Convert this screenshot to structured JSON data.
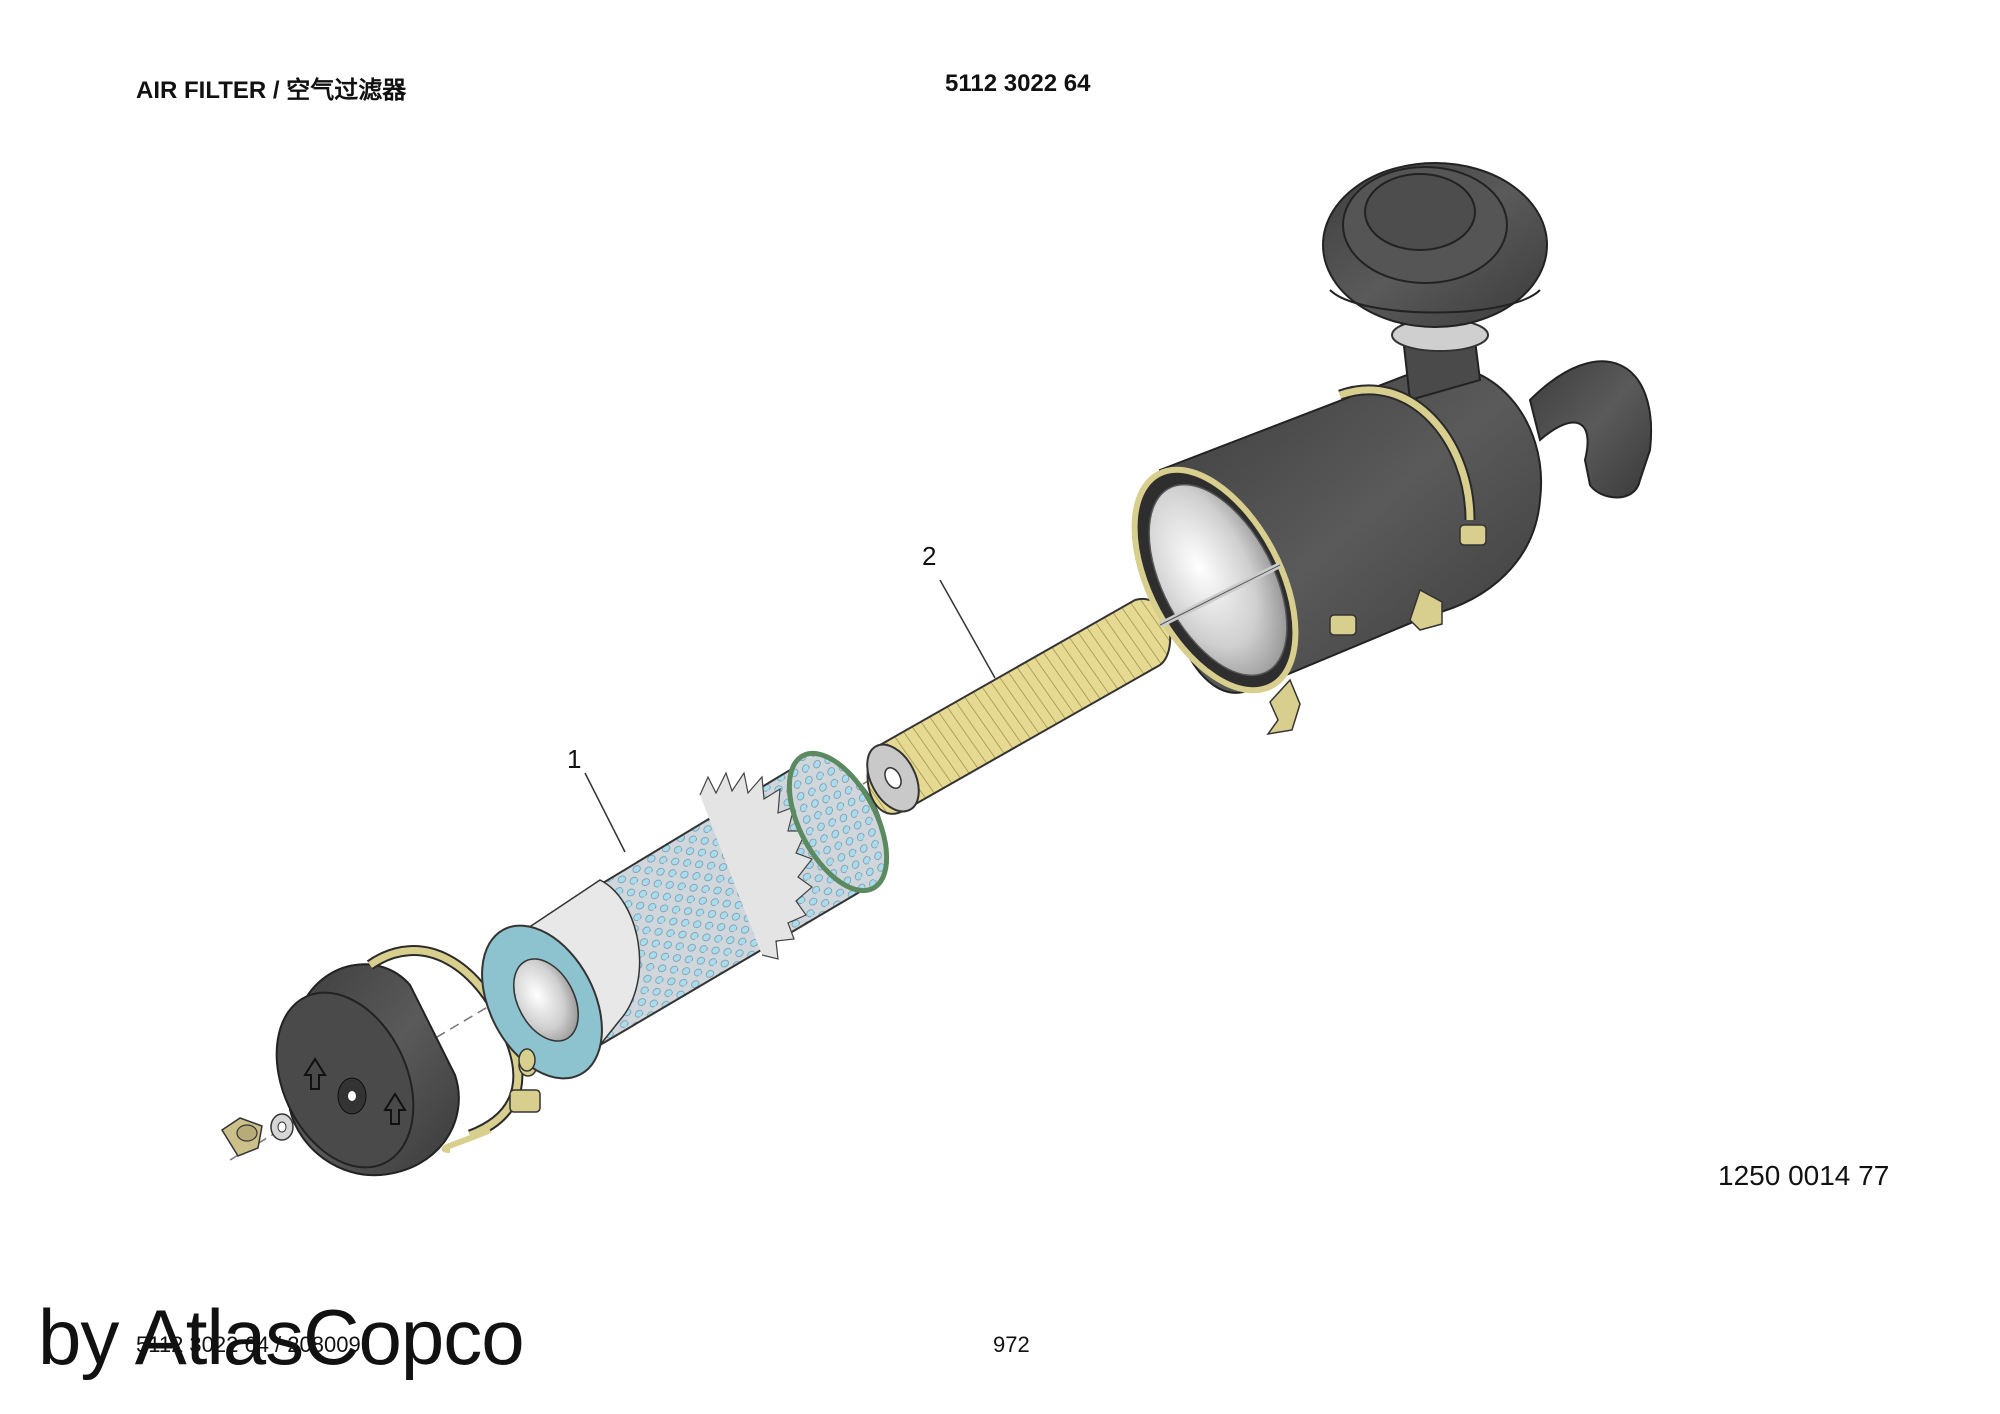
{
  "header": {
    "title": "AIR FILTER / 空气过滤器",
    "part_number": "5112 3022 64"
  },
  "callouts": [
    {
      "label": "1"
    },
    {
      "label": "2"
    }
  ],
  "drawing_reference": "1250 0014 77",
  "footer": {
    "document_code": "5112 3022 64 / 208009",
    "page_number": "972",
    "watermark": "by AtlasCopco"
  },
  "colors": {
    "housing": "#4a4a4a",
    "clamp": "#d8cf8e",
    "filter_seal": "#8cc3cf",
    "perforation": "#a9dcef",
    "safety_cartridge": "#e6da93"
  }
}
